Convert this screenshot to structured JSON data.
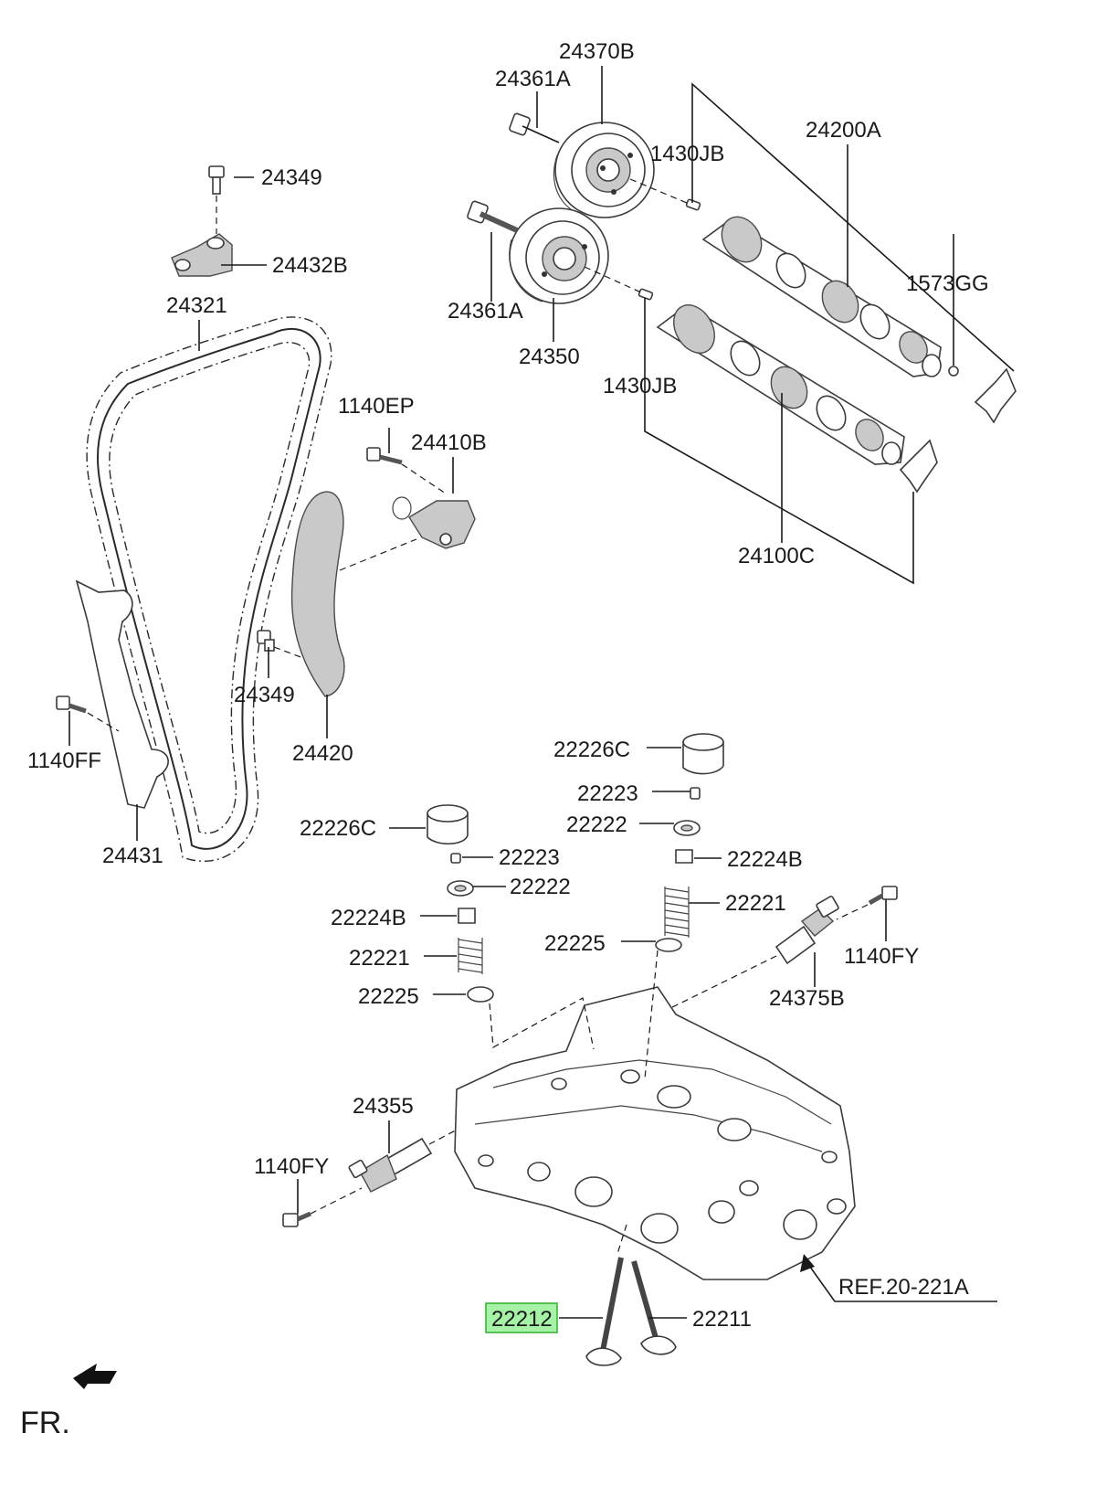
{
  "labels": {
    "p24370B": "24370B",
    "p24361A_top": "24361A",
    "p1430JB_top": "1430JB",
    "p24200A": "24200A",
    "p24349_top": "24349",
    "p24432B": "24432B",
    "p24321": "24321",
    "p1573GG": "1573GG",
    "p24361A_bot": "24361A",
    "p24350": "24350",
    "p1430JB_bot": "1430JB",
    "p1140EP": "1140EP",
    "p24410B": "24410B",
    "p24100C": "24100C",
    "p24349_mid": "24349",
    "p24420": "24420",
    "p1140FF": "1140FF",
    "p24431": "24431",
    "p22226C_r": "22226C",
    "p22223_r": "22223",
    "p22222_r": "22222",
    "p22224B_r": "22224B",
    "p22221_r": "22221",
    "p22225_r": "22225",
    "p1140FY_r": "1140FY",
    "p24375B": "24375B",
    "p22226C_l": "22226C",
    "p22223_l": "22223",
    "p22222_l": "22222",
    "p22224B_l": "22224B",
    "p22221_l": "22221",
    "p22225_l": "22225",
    "p24355": "24355",
    "p1140FY_l": "1140FY",
    "ref": "REF.20-221A",
    "p22212": "22212",
    "p22211": "22211",
    "fr": "FR."
  },
  "highlight": {
    "part": "22212",
    "fill": "#a6f2a6",
    "stroke": "#3cb43c"
  }
}
